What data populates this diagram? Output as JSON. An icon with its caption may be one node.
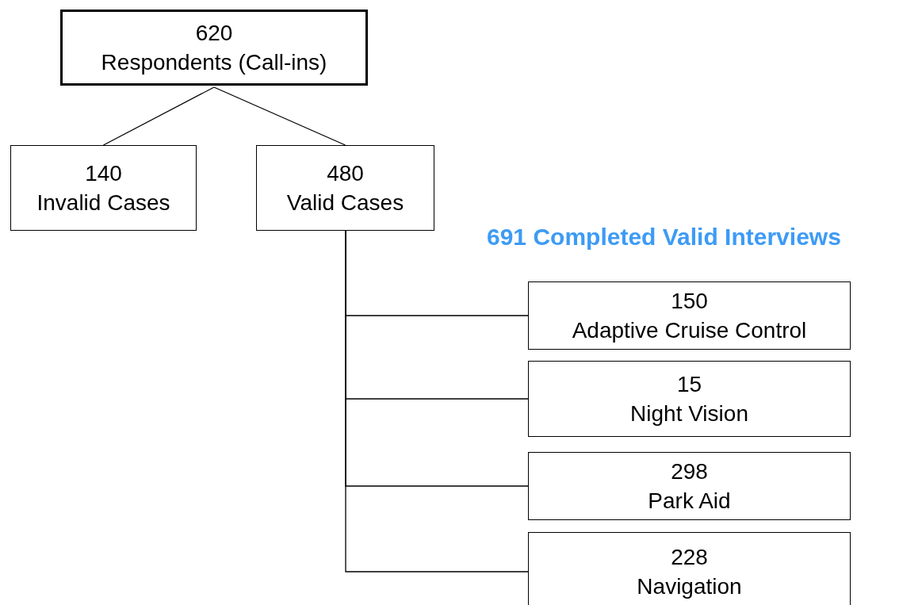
{
  "diagram": {
    "nodes": [
      {
        "text": [
          "620",
          "Respondents (Call-ins)"
        ]
      },
      {
        "text": [
          "140",
          "Invalid Cases"
        ]
      },
      {
        "text": [
          "480",
          "Valid Cases"
        ]
      },
      {
        "text": [
          "150",
          "Adaptive Cruise Control"
        ]
      },
      {
        "text": [
          "15",
          "Night Vision"
        ]
      },
      {
        "text": [
          "298",
          "Park Aid"
        ]
      },
      {
        "text": [
          "228",
          "Navigation"
        ]
      }
    ],
    "edges": [
      {
        "from": 0,
        "to": 1,
        "arrow": "none"
      },
      {
        "from": 0,
        "to": 2,
        "arrow": "none"
      },
      {
        "from": 2,
        "to": 3,
        "arrow": "none"
      },
      {
        "from": 2,
        "to": 4,
        "arrow": "none"
      },
      {
        "from": 2,
        "to": 5,
        "arrow": "none"
      },
      {
        "from": 2,
        "to": 6,
        "arrow": "none"
      }
    ],
    "labels": [
      "691 Completed Valid Interviews"
    ]
  }
}
